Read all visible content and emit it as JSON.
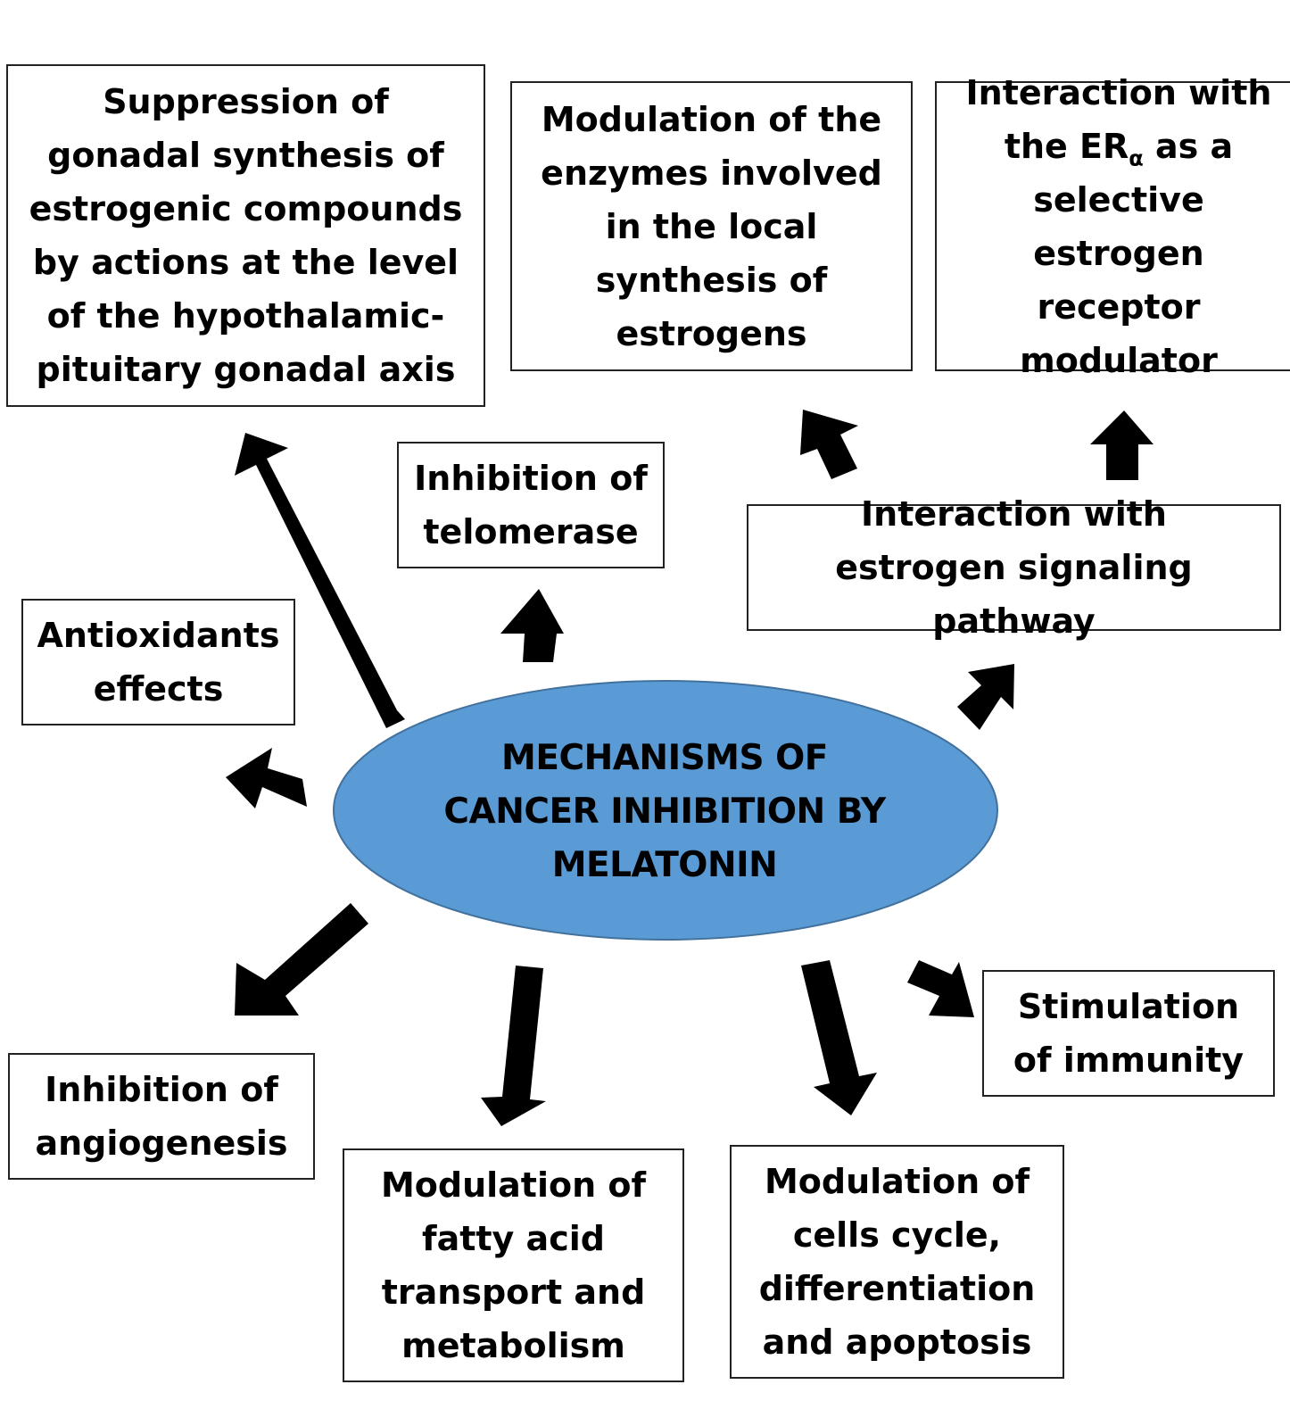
{
  "center": {
    "line1": "MECHANISMS OF",
    "line2": "CANCER INHIBITION BY",
    "line3": "MELATONIN",
    "fill": "#5b9bd5",
    "stroke": "#41719c"
  },
  "boxes": {
    "suppression": "Suppression of gonadal synthesis of estrogenic compounds by actions at the level of the hypothalamic-pituitary gonadal axis",
    "enzymes": "Modulation of the enzymes involved in the local synthesis of estrogens",
    "era_main": "Interaction with the ER",
    "era_sub": "α",
    "era_rest": " as a selective estrogen receptor modulator",
    "telomerase": "Inhibition of telomerase",
    "estrogen_pathway": "Interaction with estrogen signaling pathway",
    "antioxidants": "Antioxidants effects",
    "angiogenesis": "Inhibition of angiogenesis",
    "fatty_acid": "Modulation of fatty acid transport and metabolism",
    "cell_cycle": "Modulation of cells cycle, differentiation and apoptosis",
    "immunity": "Stimulation of immunity"
  },
  "arrow_color": "#000000"
}
